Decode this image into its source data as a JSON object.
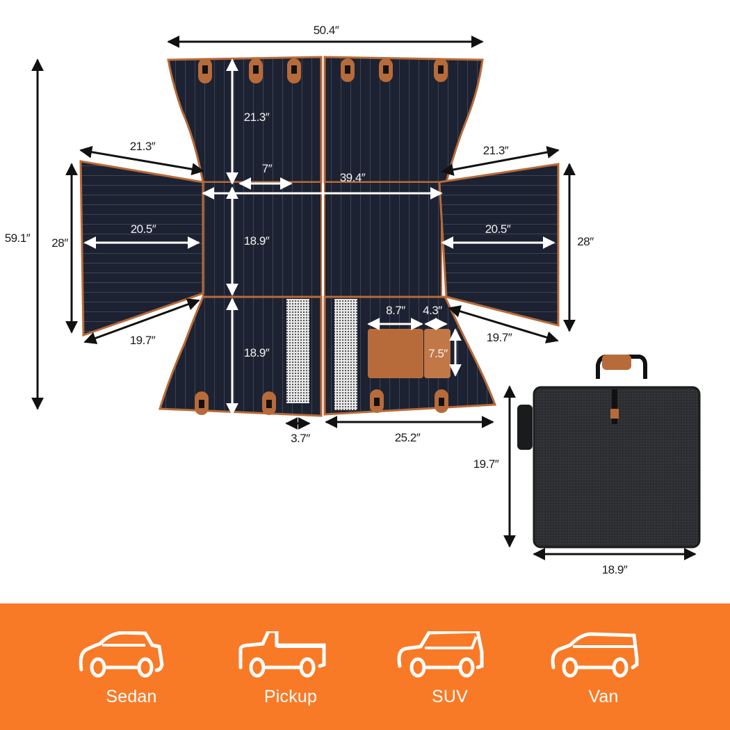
{
  "diagram": {
    "subject": "Folding cargo liner with storage bag",
    "colors": {
      "fabric": "#1c2231",
      "trim": "#b86b3a",
      "pinstripe": "#4b5263",
      "mesh": "#d8d8d8",
      "arrow_dark": "#111111",
      "arrow_light": "#ffffff",
      "banner": "#f97a26",
      "bag": "#2b2d30"
    },
    "dimensions": {
      "overall_width": "50.4″",
      "overall_height": "59.1″",
      "top_flap_height": "21.3″",
      "left_wing_top_edge": "21.3″",
      "right_wing_top_edge": "21.3″",
      "center_width": "39.4″",
      "gap_7": "7″",
      "left_wing_height": "28″",
      "right_wing_height": "28″",
      "left_wing_width": "20.5″",
      "right_wing_width": "20.5″",
      "middle_height": "18.9″",
      "bottom_height": "18.9″",
      "left_wing_bottom_edge": "19.7″",
      "right_wing_bottom_edge": "19.7″",
      "pocket_width": "8.7″",
      "pocket_small_width": "4.3″",
      "pocket_height": "7.5″",
      "mesh_width": "3.7″",
      "bottom_half_width": "25.2″",
      "bag_height": "19.7″",
      "bag_width": "18.9″"
    }
  },
  "banner": {
    "vehicles": [
      {
        "label": "Sedan",
        "icon": "sedan-icon"
      },
      {
        "label": "Pickup",
        "icon": "pickup-icon"
      },
      {
        "label": "SUV",
        "icon": "suv-icon"
      },
      {
        "label": "Van",
        "icon": "van-icon"
      }
    ]
  }
}
